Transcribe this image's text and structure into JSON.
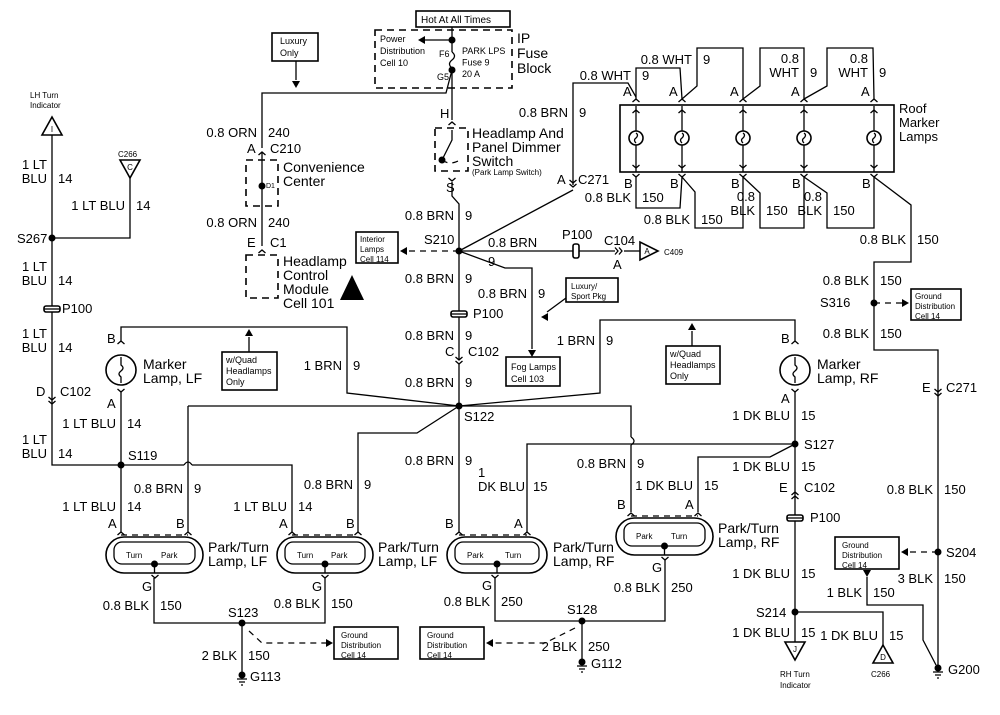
{
  "colors": {
    "wire": "#000000",
    "background": "#ffffff"
  },
  "top": {
    "hot_label": "Hot At All Times",
    "fuse_block": [
      "IP",
      "Fuse",
      "Block"
    ],
    "power_dist": [
      "Power",
      "Distribution",
      "Cell 10"
    ],
    "fuse": [
      "PARK LPS",
      "Fuse 9",
      "20 A"
    ],
    "fuse_pins": [
      "F6",
      "G5"
    ],
    "luxury_only": [
      "Luxury",
      "Only"
    ]
  },
  "components": {
    "lh_turn_indicator": [
      "LH Turn",
      "Indicator"
    ],
    "lh_triangle": "I",
    "c266_top": "C266",
    "c266_top_triangle": "C",
    "convenience_center": [
      "Convenience",
      "Center"
    ],
    "d1": "D1",
    "headlamp_control_module": [
      "Headlamp",
      "Control",
      "Module",
      "Cell 101"
    ],
    "switch": [
      "Headlamp And",
      "Panel Dimmer",
      "Switch"
    ],
    "switch_note": "(Park Lamp Switch)",
    "switch_pins": [
      "H",
      "S"
    ],
    "interior_lamps": [
      "Interior",
      "Lamps",
      "Cell 114"
    ],
    "c409": "C409",
    "c409_triangle": "A",
    "luxury_sport": [
      "Luxury/",
      "Sport Pkg"
    ],
    "fog_lamps": [
      "Fog Lamps",
      "Cell 103"
    ],
    "quad_lf": [
      "w/Quad",
      "Headlamps",
      "Only"
    ],
    "quad_rf": [
      "w/Quad",
      "Headlamps",
      "Only"
    ],
    "marker_lf": [
      "Marker",
      "Lamp, LF"
    ],
    "marker_rf": [
      "Marker",
      "Lamp, RF"
    ],
    "roof_marker": [
      "Roof",
      "Marker",
      "Lamps"
    ],
    "park_turn_lf1": [
      "Park/Turn",
      "Lamp, LF"
    ],
    "park_turn_lf2": [
      "Park/Turn",
      "Lamp, LF"
    ],
    "park_turn_rf1": [
      "Park/Turn",
      "Lamp, RF"
    ],
    "park_turn_rf2": [
      "Park/Turn",
      "Lamp, RF"
    ],
    "bulb_turn": "Turn",
    "bulb_park": "Park",
    "ground_dist": [
      "Ground",
      "Distribution",
      "Cell 14"
    ],
    "rh_turn_indicator": [
      "RH Turn",
      "Indicator"
    ],
    "rh_triangle": "J",
    "c266_bottom": "C266",
    "c266_bottom_triangle": "D"
  },
  "pins": {
    "A": "A",
    "B": "B",
    "C": "C",
    "D": "D",
    "E": "E",
    "G": "G"
  },
  "connectors": {
    "c210": "C210",
    "c1": "C1",
    "c102": "C102",
    "c271": "C271",
    "c104": "C104",
    "p100": "P100"
  },
  "splices": {
    "s267": "S267",
    "s210": "S210",
    "s122": "S122",
    "s119": "S119",
    "s123": "S123",
    "s128": "S128",
    "s127": "S127",
    "s214": "S214",
    "s204": "S204",
    "s316": "S316"
  },
  "grounds": {
    "g113": "G113",
    "g112": "G112",
    "g200": "G200"
  },
  "wires": [
    {
      "color": [
        "0.8 ORN"
      ],
      "circuit": "240"
    },
    {
      "color": [
        "0.8 ORN"
      ],
      "circuit": "240"
    },
    {
      "color": [
        "1 LT",
        "BLU"
      ],
      "circuit": "14"
    },
    {
      "color": [
        "1 LT BLU"
      ],
      "circuit": "14"
    },
    {
      "color": [
        "1 LT",
        "BLU"
      ],
      "circuit": "14"
    },
    {
      "color": [
        "1 LT",
        "BLU"
      ],
      "circuit": "14"
    },
    {
      "color": [
        "1 LT",
        "BLU"
      ],
      "circuit": "14"
    },
    {
      "color": [
        "1 LT BLU"
      ],
      "circuit": "14"
    },
    {
      "color": [
        "0.8 BRN"
      ],
      "circuit": "9"
    },
    {
      "color": [
        "1 LT BLU"
      ],
      "circuit": "14"
    },
    {
      "color": [
        "1 LT BLU"
      ],
      "circuit": "14"
    },
    {
      "color": [
        "0.8 BRN"
      ],
      "circuit": "9"
    },
    {
      "color": [
        "1 BRN"
      ],
      "circuit": "9"
    },
    {
      "color": [
        "0.8 BRN"
      ],
      "circuit": "9"
    },
    {
      "color": [
        "0.8 BRN"
      ],
      "circuit": "9"
    },
    {
      "color": [
        "0.8 BRN"
      ],
      "circuit": "9"
    },
    {
      "color": [
        "0.8 BRN"
      ],
      "circuit": "9"
    },
    {
      "color": [
        "0.8 BRN"
      ],
      "circuit": "9"
    },
    {
      "color": [
        "0.8 BRN"
      ],
      "circuit": "9"
    },
    {
      "color": [
        "0.8 BRN"
      ],
      "circuit": "9"
    },
    {
      "color": [
        "0.8 BRN"
      ],
      "circuit": "9"
    },
    {
      "color": [
        "1 BRN"
      ],
      "circuit": "9"
    },
    {
      "color": [
        "1",
        "DK BLU"
      ],
      "circuit": "15"
    },
    {
      "color": [
        "0.8 BRN"
      ],
      "circuit": "9"
    },
    {
      "color": [
        "1 DK BLU"
      ],
      "circuit": "15"
    },
    {
      "color": [
        "0.8 BLK"
      ],
      "circuit": "250"
    },
    {
      "color": [
        "0.8 BLK"
      ],
      "circuit": "250"
    },
    {
      "color": [
        "2 BLK"
      ],
      "circuit": "250"
    },
    {
      "color": [
        "0.8 BLK"
      ],
      "circuit": "150"
    },
    {
      "color": [
        "0.8 BLK"
      ],
      "circuit": "150"
    },
    {
      "color": [
        "2 BLK"
      ],
      "circuit": "150"
    },
    {
      "color": [
        "1 DK BLU"
      ],
      "circuit": "15"
    },
    {
      "color": [
        "1 DK BLU"
      ],
      "circuit": "15"
    },
    {
      "color": [
        "1 DK BLU"
      ],
      "circuit": "15"
    },
    {
      "color": [
        "1 DK BLU"
      ],
      "circuit": "15"
    },
    {
      "color": [
        "1 DK BLU"
      ],
      "circuit": "15"
    },
    {
      "color": [
        "1 BLK"
      ],
      "circuit": "150"
    },
    {
      "color": [
        "3 BLK"
      ],
      "circuit": "150"
    },
    {
      "color": [
        "0.8 BLK"
      ],
      "circuit": "150"
    },
    {
      "color": [
        "0.8 BLK"
      ],
      "circuit": "150"
    },
    {
      "color": [
        "0.8 BLK"
      ],
      "circuit": "150"
    },
    {
      "color": [
        "0.8 BLK"
      ],
      "circuit": "150"
    },
    {
      "color": [
        "0.8 WHT"
      ],
      "circuit": "9"
    },
    {
      "color": [
        "0.8 WHT"
      ],
      "circuit": "9"
    },
    {
      "color": [
        "0.8",
        "WHT"
      ],
      "circuit": "9"
    },
    {
      "color": [
        "0.8",
        "WHT"
      ],
      "circuit": "9"
    },
    {
      "color": [
        "0.8 BLK"
      ],
      "circuit": "150"
    },
    {
      "color": [
        "0.8 BLK"
      ],
      "circuit": "150"
    },
    {
      "color": [
        "0.8",
        "BLK"
      ],
      "circuit": "150"
    },
    {
      "color": [
        "0.8",
        "BLK"
      ],
      "circuit": "150"
    }
  ]
}
